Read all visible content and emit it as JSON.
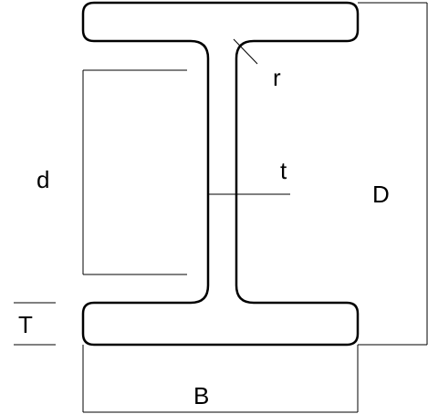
{
  "labels": {
    "depth": "D",
    "web_depth": "d",
    "width": "B",
    "flange_thickness": "T",
    "web_thickness": "t",
    "root_radius": "r"
  },
  "colors": {
    "stroke": "#000000",
    "background": "#ffffff"
  }
}
